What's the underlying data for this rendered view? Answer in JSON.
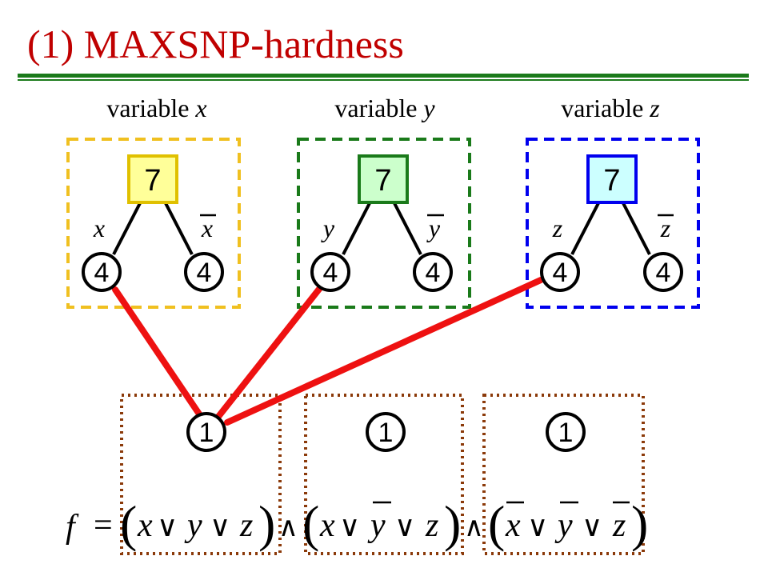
{
  "slide": {
    "title": "(1) MAXSNP-hardness"
  },
  "variables": [
    {
      "label_prefix": "variable ",
      "name": "x",
      "root_value": "7",
      "literal": "x",
      "negated_literal": "x",
      "leaf_values": [
        "4",
        "4"
      ],
      "root_fill": "#ffff99",
      "root_stroke": "#e0c000",
      "box_color": "#f0c020"
    },
    {
      "label_prefix": "variable ",
      "name": "y",
      "root_value": "7",
      "literal": "y",
      "negated_literal": "y",
      "leaf_values": [
        "4",
        "4"
      ],
      "root_fill": "#ccffcc",
      "root_stroke": "#1a7a1a",
      "box_color": "#1a7a1a"
    },
    {
      "label_prefix": "variable ",
      "name": "z",
      "root_value": "7",
      "literal": "z",
      "negated_literal": "z",
      "leaf_values": [
        "4",
        "4"
      ],
      "root_fill": "#ccffff",
      "root_stroke": "#0000ee",
      "box_color": "#0000ee"
    }
  ],
  "clauses": [
    {
      "value": "1"
    },
    {
      "value": "1"
    },
    {
      "value": "1"
    }
  ],
  "formula": {
    "f": "f",
    "equals": "=",
    "and": "∧",
    "or": "∨",
    "clause_1": [
      "x",
      "y",
      "z"
    ],
    "clause_2": [
      "x",
      "y",
      "z"
    ],
    "clause_3": [
      "x",
      "y",
      "z"
    ]
  },
  "colors": {
    "title": "#c00000",
    "rule": "#1a7a1a",
    "edge_highlight": "#ee1111",
    "clause_box": "#8b3a0a"
  }
}
